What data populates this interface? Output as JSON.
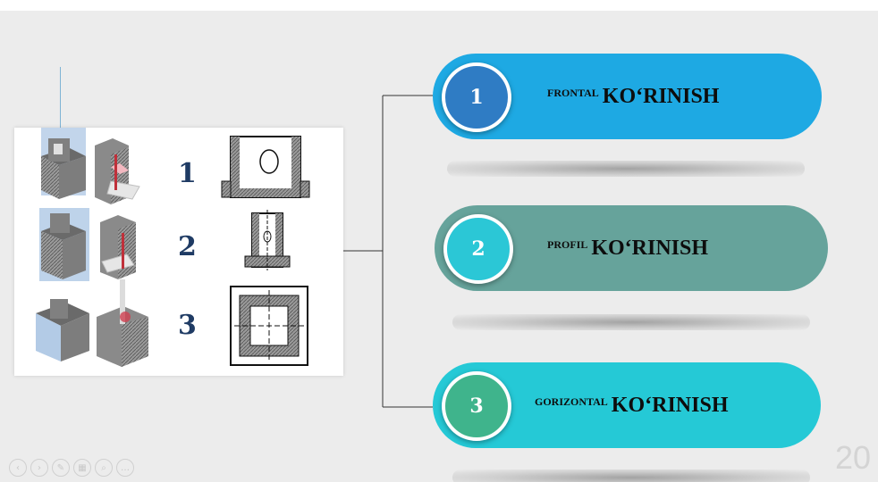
{
  "figure": {
    "rows": [
      {
        "number": "1"
      },
      {
        "number": "2"
      },
      {
        "number": "3"
      }
    ]
  },
  "views": [
    {
      "number": "1",
      "prefix": "FRONTAL",
      "label": "KO‘RINISH",
      "color": "#1ea9e3",
      "circle_color": "#2f7cc4"
    },
    {
      "number": "2",
      "prefix": "PROFIL",
      "label": "KO‘RINISH",
      "color": "#66a39b",
      "circle_color": "#2bc7d6"
    },
    {
      "number": "3",
      "prefix": "GORIZONTAL",
      "label": "KO‘RINISH",
      "color": "#25c9d6",
      "circle_color": "#3fb48c"
    }
  ],
  "page_number": "20",
  "toolbar": {
    "icons": [
      "prev-icon",
      "next-icon",
      "pen-icon",
      "grid-icon",
      "zoom-icon",
      "more-icon"
    ],
    "glyphs": [
      "‹",
      "›",
      "✎",
      "▦",
      "⌕",
      "…"
    ]
  }
}
